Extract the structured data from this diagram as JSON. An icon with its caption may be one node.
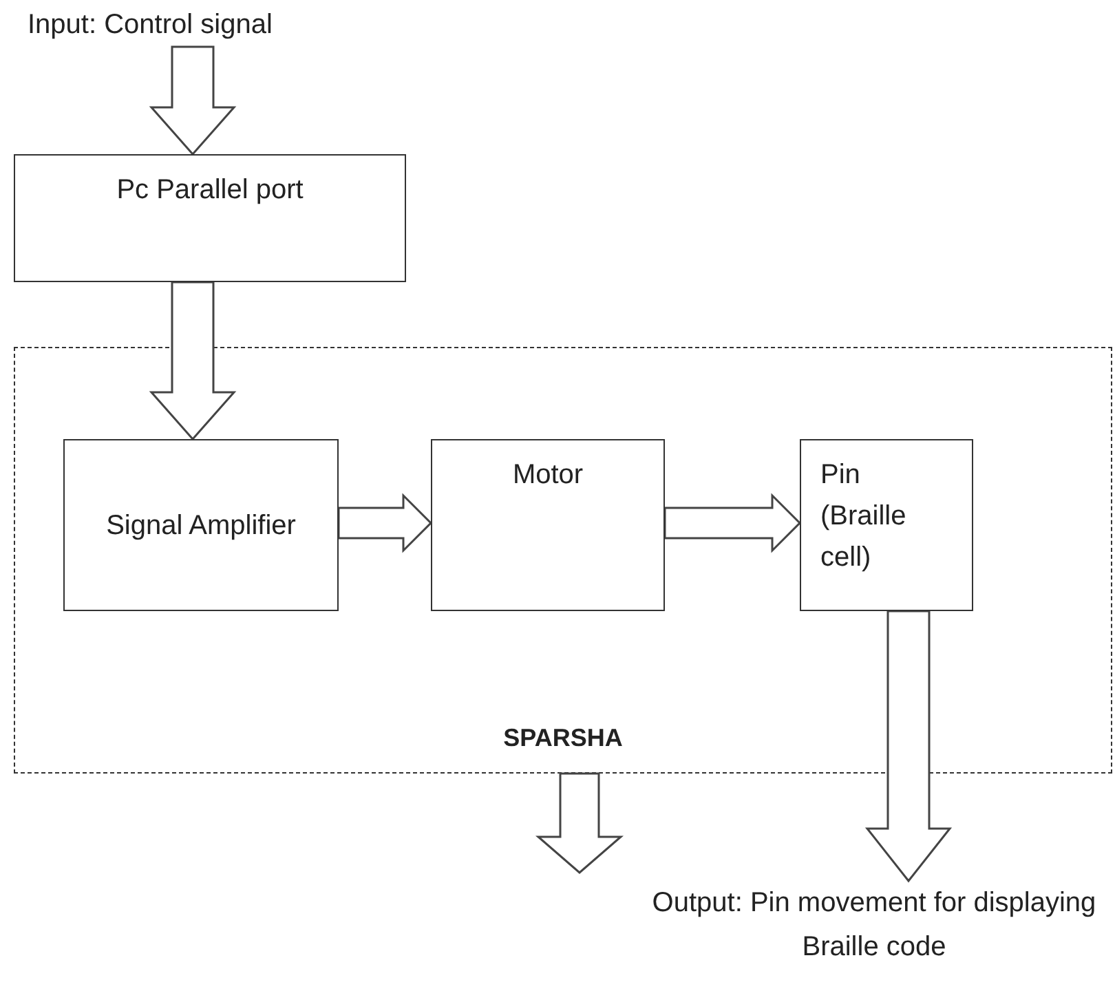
{
  "diagram": {
    "nodes": [
      {
        "text": [
          "Input: Control signal"
        ]
      },
      {
        "text": [
          "Pc Parallel port"
        ]
      },
      {
        "text": [
          "SPARSHA"
        ]
      },
      {
        "text": [
          "Signal Amplifier"
        ],
        "in": 2
      },
      {
        "text": [
          "Motor"
        ],
        "in": 2
      },
      {
        "text": [
          "Pin (Braille cell)"
        ],
        "in": 2
      },
      {
        "text": [
          "Output: Pin movement for displaying Braille code"
        ]
      }
    ],
    "edges": [
      {
        "from": 0,
        "to": 1,
        "arrow": "to"
      },
      {
        "from": 1,
        "to": 3,
        "arrow": "to"
      },
      {
        "from": 3,
        "to": 4,
        "arrow": "to"
      },
      {
        "from": 4,
        "to": 5,
        "arrow": "to"
      },
      {
        "from": 5,
        "to": 6,
        "arrow": "to"
      },
      {
        "from": 2,
        "to": null,
        "arrow": "to"
      }
    ]
  }
}
